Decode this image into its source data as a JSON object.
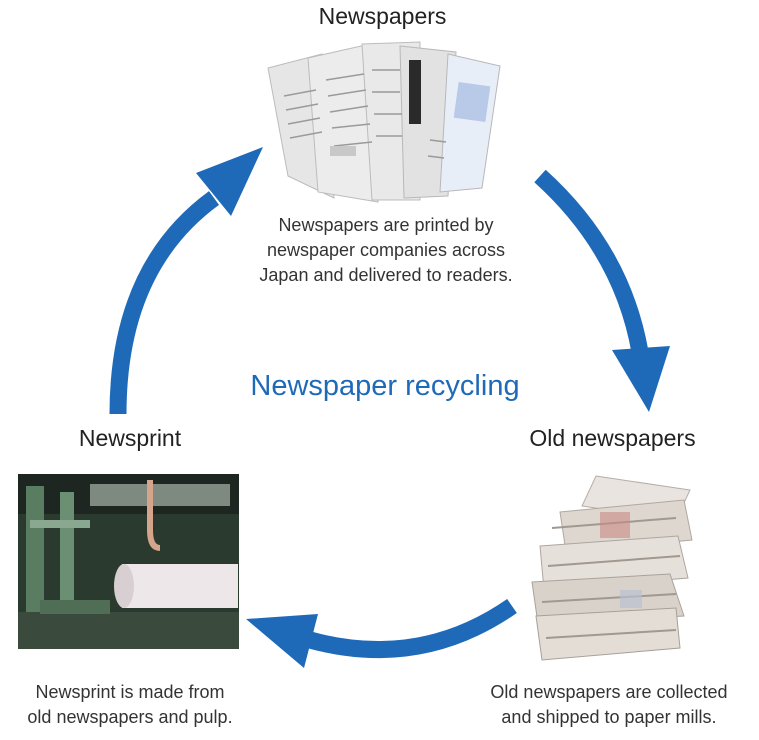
{
  "center_label": "Newspaper recycling",
  "stages": {
    "newspapers": {
      "title": "Newspapers",
      "description": [
        "Newspapers are printed by",
        "newspaper companies across",
        "Japan and delivered to readers."
      ]
    },
    "old_newspapers": {
      "title": "Old newspapers",
      "description": [
        "Old newspapers are collected",
        "and shipped to paper mills."
      ]
    },
    "newsprint": {
      "title": "Newsprint",
      "description": [
        "Newsprint is made from",
        "old newspapers and pulp."
      ]
    }
  },
  "colors": {
    "arrow": "#1f6ab8",
    "accent_text": "#1f6ab8"
  }
}
